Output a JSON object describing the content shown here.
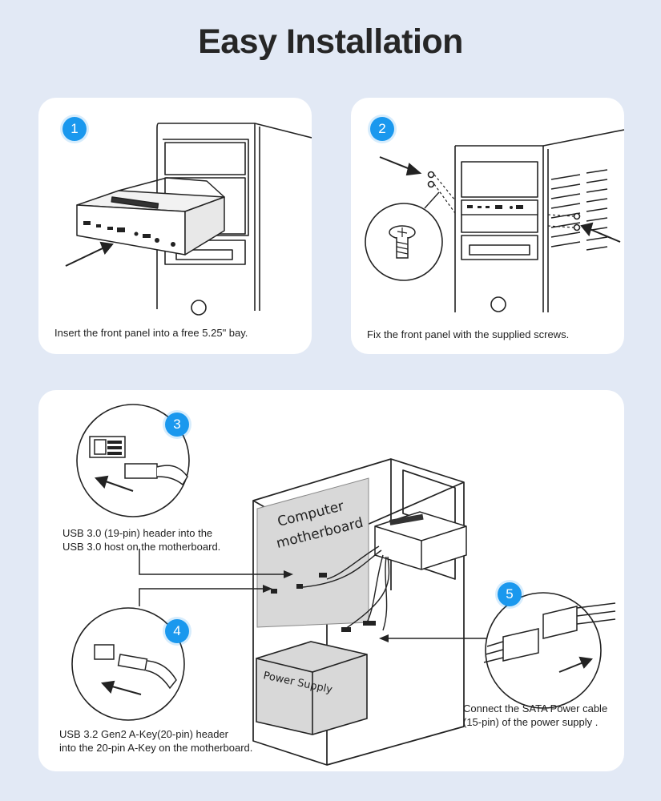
{
  "title": "Easy Installation",
  "steps": [
    {
      "number": "1",
      "caption": "Insert the front panel into a free 5.25\" bay."
    },
    {
      "number": "2",
      "caption": "Fix the front panel with the supplied screws."
    },
    {
      "number": "3",
      "caption_line1": "USB 3.0 (19-pin) header into the",
      "caption_line2": "USB 3.0 host on the motherboard."
    },
    {
      "number": "4",
      "caption_line1": "USB 3.2 Gen2 A-Key(20-pin) header",
      "caption_line2": "into the 20-pin A-Key on the motherboard."
    },
    {
      "number": "5",
      "caption_line1": "Connect the SATA Power cable",
      "caption_line2": "(15-pin) of the power supply ."
    }
  ],
  "labels": {
    "motherboard_line1": "Computer",
    "motherboard_line2": "motherboard",
    "power_supply": "Power Supply"
  },
  "colors": {
    "accent": "#1a98ee",
    "background": "#e2e9f5",
    "card": "#ffffff"
  }
}
